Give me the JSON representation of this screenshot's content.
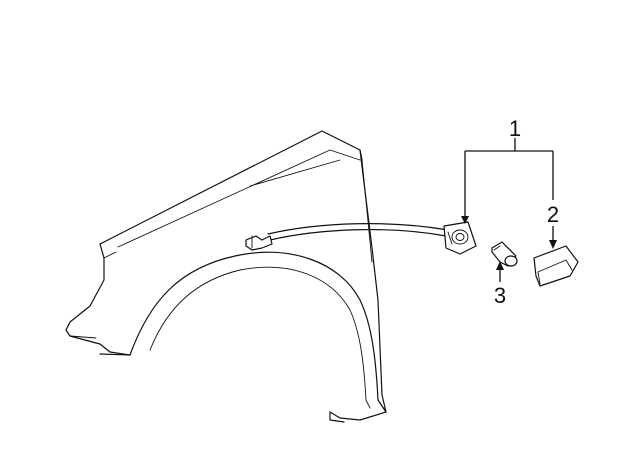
{
  "callouts": {
    "c1": "1",
    "c2": "2",
    "c3": "3"
  },
  "colors": {
    "line": "#111111",
    "background": "#ffffff"
  }
}
